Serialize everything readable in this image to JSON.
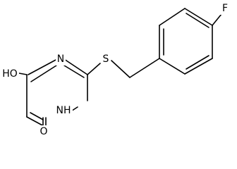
{
  "molecule": {
    "atoms": {
      "fluorine": "F",
      "sulfur": "S",
      "hydroxyl": "HO",
      "ring_nitrogen": "N",
      "ring_nh": "NH",
      "carbonyl_oxygen": "O"
    }
  },
  "colors": {
    "bond": "#000000",
    "label": "#000000",
    "background": "#ffffff"
  }
}
